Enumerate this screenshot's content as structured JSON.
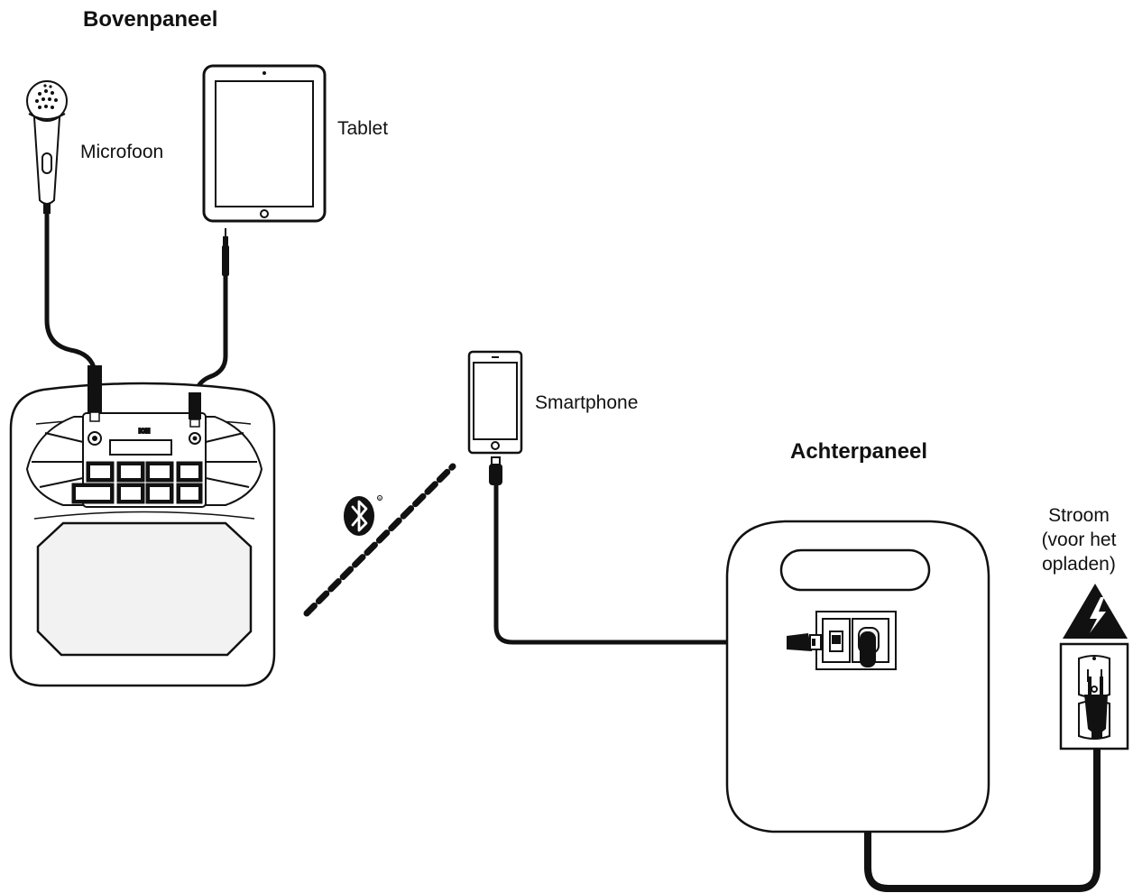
{
  "headings": {
    "top_panel": "Bovenpaneel",
    "rear_panel": "Achterpaneel"
  },
  "devices": {
    "microphone": "Microfoon",
    "tablet": "Tablet",
    "smartphone": "Smartphone"
  },
  "power": {
    "line1": "Stroom",
    "line2": "(voor het",
    "line3": "opladen)"
  },
  "speaker": {
    "brand": "ION"
  },
  "icons": {
    "bluetooth": "bluetooth-icon",
    "high_voltage": "high-voltage-warning-icon",
    "wall_outlet": "wall-outlet-icon"
  },
  "colors": {
    "line": "#111111",
    "background": "#ffffff",
    "panel_fill": "#f2f2f2"
  }
}
